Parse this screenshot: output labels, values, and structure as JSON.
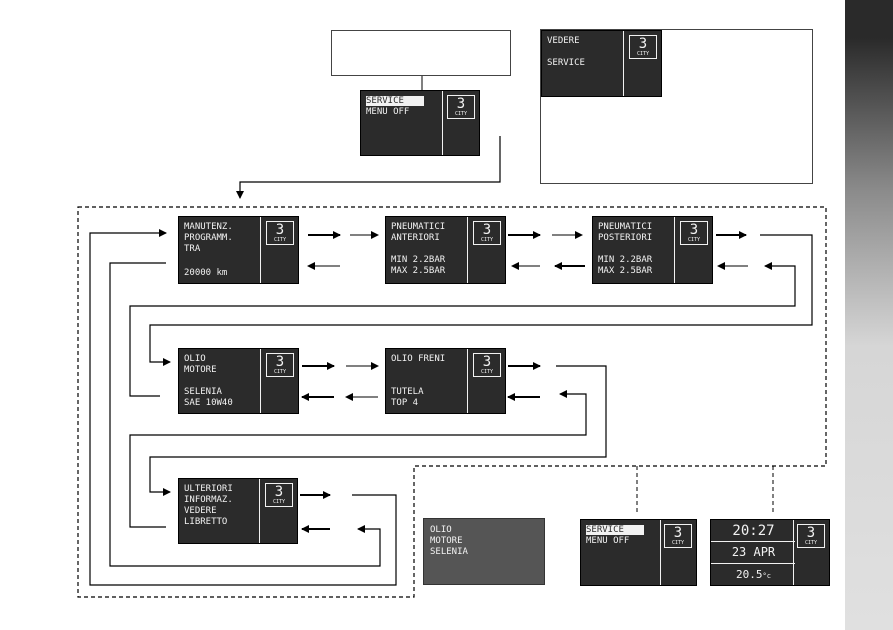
{
  "gear": {
    "number": "3",
    "mode": "CITY"
  },
  "screens": {
    "service_menu": {
      "highlight": "SERVICE",
      "lines": [
        "MENU OFF"
      ]
    },
    "vedere_service": {
      "lines": [
        "VEDERE",
        "",
        "SERVICE"
      ]
    },
    "manutenzione": {
      "lines": [
        "MANUTENZ.",
        "PROGRAMM.",
        "TRA"
      ],
      "bottom": "20000 km"
    },
    "pneumatici_anteriori": {
      "lines": [
        "PNEUMATICI",
        "ANTERIORI",
        "",
        "MIN 2.2BAR",
        "MAX 2.5BAR"
      ]
    },
    "pneumatici_posteriori": {
      "lines": [
        "PNEUMATICI",
        "POSTERIORI",
        "",
        "MIN 2.2BAR",
        "MAX 2.5BAR"
      ]
    },
    "olio_motore": {
      "lines": [
        "OLIO",
        "MOTORE"
      ],
      "bottom_lines": [
        "SELENIA",
        "SAE 10W40"
      ]
    },
    "olio_freni": {
      "lines": [
        "OLIO FRENI"
      ],
      "bottom_lines": [
        "TUTELA",
        "TOP 4"
      ]
    },
    "ulteriori": {
      "lines": [
        "ULTERIORI",
        "INFORMAZ.",
        "VEDERE",
        "LIBRETTO"
      ]
    },
    "olio_selenia": {
      "lines": [
        "OLIO",
        "MOTORE",
        "SELENIA"
      ]
    },
    "service_menu_end": {
      "highlight": "SERVICE",
      "lines": [
        "MENU OFF"
      ]
    },
    "clock": {
      "time": "20:27",
      "date": "23 APR",
      "temp": "20.5",
      "temp_unit": "°c"
    }
  },
  "colors": {
    "lcd_bg": "#2b2b2b",
    "lcd_fg": "#f2f2f2",
    "olio_bg": "#555555",
    "line": "#000000"
  }
}
